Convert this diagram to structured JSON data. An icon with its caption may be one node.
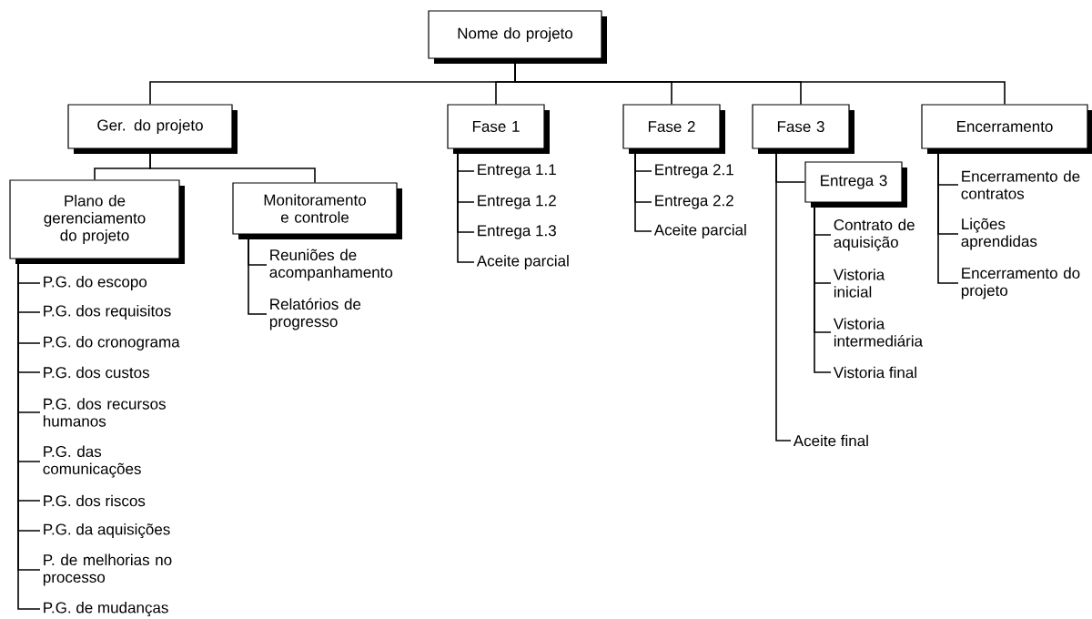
{
  "diagram": {
    "nodes": [
      {
        "text": [
          "Nome do projeto"
        ]
      },
      {
        "text": [
          "Ger. do projeto"
        ]
      },
      {
        "text": [
          "Fase 1"
        ]
      },
      {
        "text": [
          "Fase 2"
        ]
      },
      {
        "text": [
          "Fase 3"
        ]
      },
      {
        "text": [
          "Encerramento"
        ]
      },
      {
        "text": [
          "Plano de gerenciamento do projeto"
        ]
      },
      {
        "text": [
          "Monitoramento e controle"
        ]
      },
      {
        "text": [
          "P.G. do escopo"
        ]
      },
      {
        "text": [
          "P.G. dos requisitos"
        ]
      },
      {
        "text": [
          "P.G. do cronograma"
        ]
      },
      {
        "text": [
          "P.G. dos custos"
        ]
      },
      {
        "text": [
          "P.G. dos recursos humanos"
        ]
      },
      {
        "text": [
          "P.G. das comunicações"
        ]
      },
      {
        "text": [
          "P.G. dos riscos"
        ]
      },
      {
        "text": [
          "P.G. da aquisições"
        ]
      },
      {
        "text": [
          "P. de melhorias no processo"
        ]
      },
      {
        "text": [
          "P.G. de mudanças"
        ]
      },
      {
        "text": [
          "Reuniões de acompanhamento"
        ]
      },
      {
        "text": [
          "Relatórios de progresso"
        ]
      },
      {
        "text": [
          "Entrega 1.1"
        ]
      },
      {
        "text": [
          "Entrega 1.2"
        ]
      },
      {
        "text": [
          "Entrega 1.3"
        ]
      },
      {
        "text": [
          "Aceite parcial"
        ]
      },
      {
        "text": [
          "Entrega 2.1"
        ]
      },
      {
        "text": [
          "Entrega 2.2"
        ]
      },
      {
        "text": [
          "Aceite parcial"
        ]
      },
      {
        "text": [
          "Entrega 3"
        ]
      },
      {
        "text": [
          "Contrato de aquisição"
        ]
      },
      {
        "text": [
          "Vistoria inicial"
        ]
      },
      {
        "text": [
          "Vistoria intermediária"
        ]
      },
      {
        "text": [
          "Vistoria final"
        ]
      },
      {
        "text": [
          "Aceite final"
        ]
      },
      {
        "text": [
          "Encerramento de contratos"
        ]
      },
      {
        "text": [
          "Lições aprendidas"
        ]
      },
      {
        "text": [
          "Encerramento do projeto"
        ]
      }
    ],
    "edges": [
      {
        "from": 0,
        "to": 1,
        "arrow": "none"
      },
      {
        "from": 0,
        "to": 2,
        "arrow": "none"
      },
      {
        "from": 0,
        "to": 3,
        "arrow": "none"
      },
      {
        "from": 0,
        "to": 4,
        "arrow": "none"
      },
      {
        "from": 0,
        "to": 5,
        "arrow": "none"
      },
      {
        "from": 1,
        "to": 6,
        "arrow": "none"
      },
      {
        "from": 1,
        "to": 7,
        "arrow": "none"
      },
      {
        "from": 6,
        "to": 8,
        "arrow": "none"
      },
      {
        "from": 6,
        "to": 9,
        "arrow": "none"
      },
      {
        "from": 6,
        "to": 10,
        "arrow": "none"
      },
      {
        "from": 6,
        "to": 11,
        "arrow": "none"
      },
      {
        "from": 6,
        "to": 12,
        "arrow": "none"
      },
      {
        "from": 6,
        "to": 13,
        "arrow": "none"
      },
      {
        "from": 6,
        "to": 14,
        "arrow": "none"
      },
      {
        "from": 6,
        "to": 15,
        "arrow": "none"
      },
      {
        "from": 6,
        "to": 16,
        "arrow": "none"
      },
      {
        "from": 6,
        "to": 17,
        "arrow": "none"
      },
      {
        "from": 7,
        "to": 18,
        "arrow": "none"
      },
      {
        "from": 7,
        "to": 19,
        "arrow": "none"
      },
      {
        "from": 2,
        "to": 20,
        "arrow": "none"
      },
      {
        "from": 2,
        "to": 21,
        "arrow": "none"
      },
      {
        "from": 2,
        "to": 22,
        "arrow": "none"
      },
      {
        "from": 2,
        "to": 23,
        "arrow": "none"
      },
      {
        "from": 3,
        "to": 24,
        "arrow": "none"
      },
      {
        "from": 3,
        "to": 25,
        "arrow": "none"
      },
      {
        "from": 3,
        "to": 26,
        "arrow": "none"
      },
      {
        "from": 4,
        "to": 27,
        "arrow": "none"
      },
      {
        "from": 4,
        "to": 32,
        "arrow": "none"
      },
      {
        "from": 27,
        "to": 28,
        "arrow": "none"
      },
      {
        "from": 27,
        "to": 29,
        "arrow": "none"
      },
      {
        "from": 27,
        "to": 30,
        "arrow": "none"
      },
      {
        "from": 27,
        "to": 31,
        "arrow": "none"
      },
      {
        "from": 5,
        "to": 33,
        "arrow": "none"
      },
      {
        "from": 5,
        "to": 34,
        "arrow": "none"
      },
      {
        "from": 5,
        "to": 35,
        "arrow": "none"
      }
    ]
  }
}
